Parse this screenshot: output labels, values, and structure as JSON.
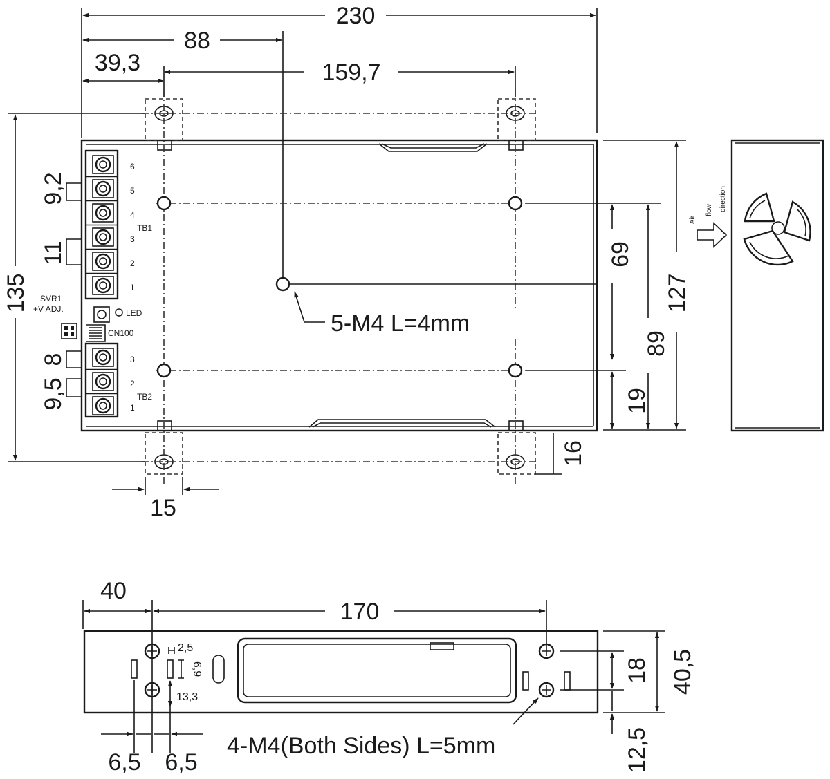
{
  "top_view": {
    "dims": {
      "overall_width": "230",
      "to_center_hole": "88",
      "to_first_mount": "39,3",
      "mount_spacing": "159,7",
      "overall_height": "135",
      "body_height": "127",
      "outer_hole_span": "89",
      "center_to_hole": "69",
      "bottom_hole_offset": "19",
      "flange_depth": "16",
      "flange_width": "15",
      "tb1_pitch": "9,2",
      "tb1_gap": "11",
      "tb2_gap": "8",
      "tb2_pitch": "9,5"
    },
    "labels": {
      "svr1": "SVR1",
      "v_adj": "+V ADJ.",
      "led": "LED",
      "cn100": "CN100",
      "tb1": "TB1",
      "tb2": "TB2",
      "screw_spec": "5-M4 L=4mm"
    },
    "tb1_terminals": [
      "6",
      "5",
      "4",
      "3",
      "2",
      "1"
    ],
    "tb2_terminals": [
      "3",
      "2",
      "1"
    ]
  },
  "side_view": {
    "air": "Air",
    "flow": "flow",
    "direction": "direction"
  },
  "front_view": {
    "dims": {
      "left_offset": "40",
      "hole_span": "170",
      "slot_gap": "2,5",
      "slot_height": "6,9",
      "hole_vertical": "13,3",
      "left_margin": "6,5",
      "slot_offset": "6,5",
      "hole_spacing": "18",
      "total_height": "40,5",
      "bottom_offset": "12,5"
    },
    "screw_spec": "4-M4(Both Sides) L=5mm"
  }
}
